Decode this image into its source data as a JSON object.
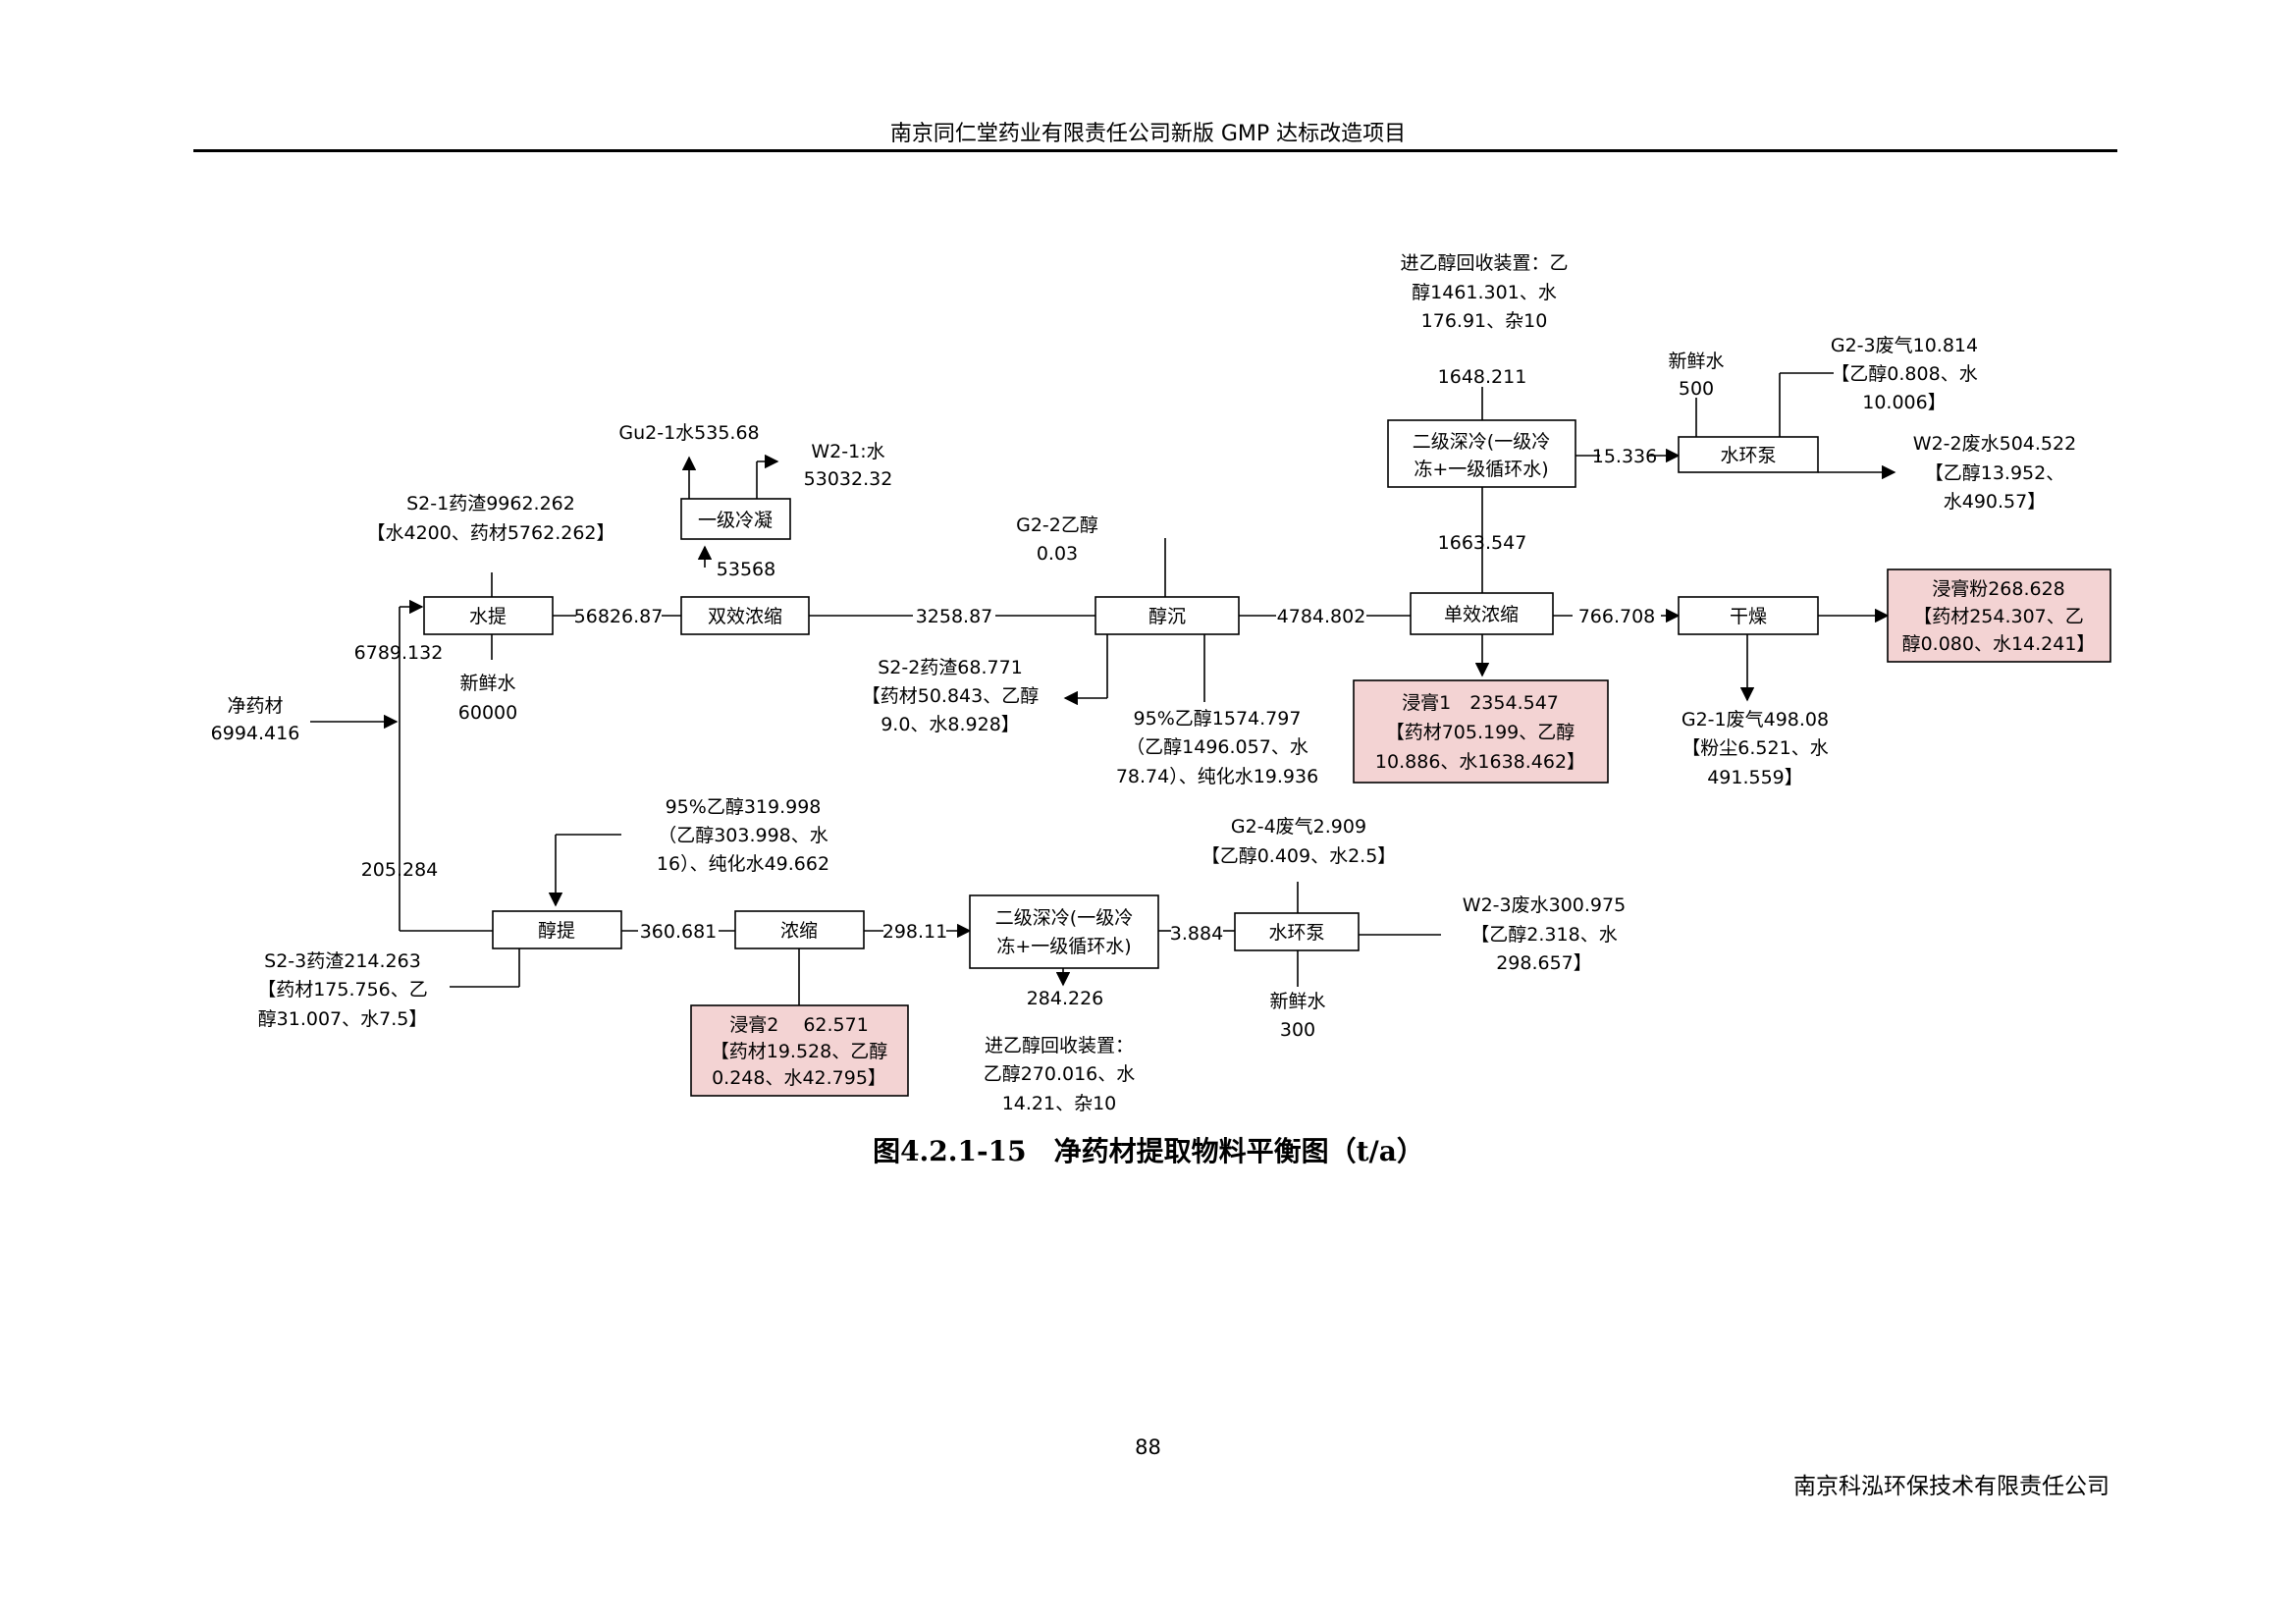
{
  "header": {
    "title": "南京同仁堂药业有限责任公司新版 GMP 达标改造项目"
  },
  "figure": {
    "caption": "图4.2.1-15　净药材提取物料平衡图（t/a）"
  },
  "page_number": "88",
  "footer": {
    "company": "南京科泓环保技术有限责任公司"
  },
  "nodes": {
    "shuiti": "水提",
    "shuangxiao": "双效浓缩",
    "yijilengning": "一级冷凝",
    "chunchen": "醇沉",
    "danxiao": "单效浓缩",
    "ganzao": "干燥",
    "shenleng1_a": "二级深冷(一级冷",
    "shenleng1_b": "冻+一级循环水)",
    "shuihuanbeng1": "水环泵",
    "chunti": "醇提",
    "nongsuo": "浓缩",
    "shenleng2_a": "二级深冷(一级冷",
    "shenleng2_b": "冻+一级循环水)",
    "shuihuanbeng2": "水环泵"
  },
  "products": {
    "jingaofen": [
      "浸膏粉268.628",
      "【药材254.307、乙",
      "醇0.080、水14.241】"
    ],
    "jingao1": [
      "浸膏1　2354.547",
      "【药材705.199、乙醇",
      "10.886、水1638.462】"
    ],
    "jingao2": [
      "浸膏2　 62.571",
      "【药材19.528、乙醇",
      "0.248、水42.795】"
    ]
  },
  "labels": {
    "s2_1": [
      "S2-1药渣9962.262",
      "【水4200、药材5762.262】"
    ],
    "gu2_1": "Gu2-1水535.68",
    "w2_1": [
      "W2-1:水",
      "53032.32"
    ],
    "v53568": "53568",
    "g2_2": [
      "G2-2乙醇",
      "0.03"
    ],
    "v56826": "56826.87",
    "v3258": "3258.87",
    "v4784": "4784.802",
    "v766": "766.708",
    "v6789": "6789.132",
    "xinxianshui1": [
      "新鲜水",
      "60000"
    ],
    "jingyaocai": [
      "净药材",
      "6994.416"
    ],
    "s2_2": [
      "S2-2药渣68.771",
      "【药材50.843、乙醇",
      "9.0、水8.928】"
    ],
    "ethanol95_1": [
      "95%乙醇1574.797",
      "（乙醇1496.057、水",
      "78.74）、纯化水19.936"
    ],
    "recover1": [
      "进乙醇回收装置：乙",
      "醇1461.301、水",
      "176.91、杂10"
    ],
    "v1648": "1648.211",
    "v1663": "1663.547",
    "v15336": "15.336",
    "xinxianshui2": [
      "新鲜水",
      "500"
    ],
    "g2_3": [
      "G2-3废气10.814",
      "【乙醇0.808、水",
      "10.006】"
    ],
    "w2_2": [
      "W2-2废水504.522",
      "【乙醇13.952、",
      "水490.57】"
    ],
    "g2_1": [
      "G2-1废气498.08",
      "【粉尘6.521、水",
      "491.559】"
    ],
    "ethanol95_2": [
      "95%乙醇319.998",
      "（乙醇303.998、水",
      "16）、纯化水49.662"
    ],
    "v205": "205.284",
    "s2_3": [
      "S2-3药渣214.263",
      "【药材175.756、乙",
      "醇31.007、水7.5】"
    ],
    "v360": "360.681",
    "v298": "298.11",
    "v3884": "3.884",
    "g2_4": [
      "G2-4废气2.909",
      "【乙醇0.409、水2.5】"
    ],
    "w2_3": [
      "W2-3废水300.975",
      "【乙醇2.318、水",
      "298.657】"
    ],
    "xinxianshui3": [
      "新鲜水",
      "300"
    ],
    "v284": "284.226",
    "recover2": [
      "进乙醇回收装置：",
      "乙醇270.016、水",
      "14.21、杂10"
    ]
  }
}
